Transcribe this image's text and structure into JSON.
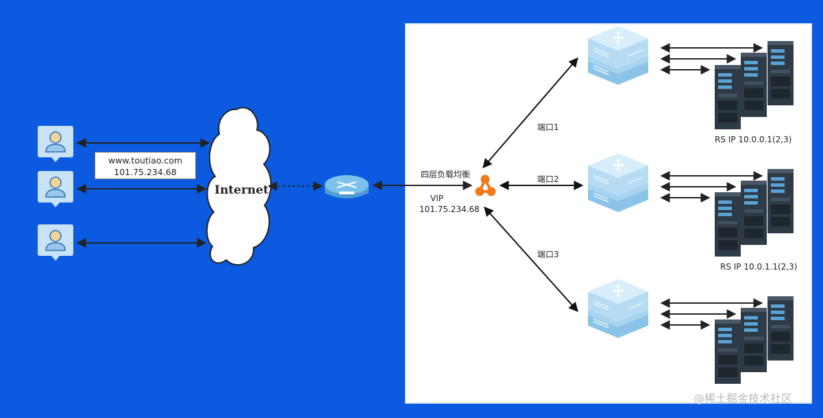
{
  "clients": {
    "domain": "www.toutiao.com",
    "ip": "101.75.234.68",
    "count": 3
  },
  "cloud": {
    "label": "Internet"
  },
  "load_balancer": {
    "title": "四层负载均衡",
    "vip_label": "VIP",
    "vip_ip": "101.75.234.68"
  },
  "ports": [
    "端口1",
    "端口2",
    "端口3"
  ],
  "server_groups": [
    {
      "rs_label": "RS IP 10.0.0.1(2,3)"
    },
    {
      "rs_label": "RS IP 10.0.1.1(2,3)"
    },
    {
      "rs_label": ""
    }
  ],
  "watermark": "@稀土掘金技术社区",
  "colors": {
    "background": "#0b5ae0",
    "panel": "#ffffff",
    "lb_icon": "#f07a1e",
    "switch": "#bfe0f5",
    "server": "#2e3a45"
  },
  "icons": [
    "user-icon",
    "cloud-icon",
    "router-icon",
    "load-balancer-icon",
    "switch-icon",
    "server-icon"
  ]
}
